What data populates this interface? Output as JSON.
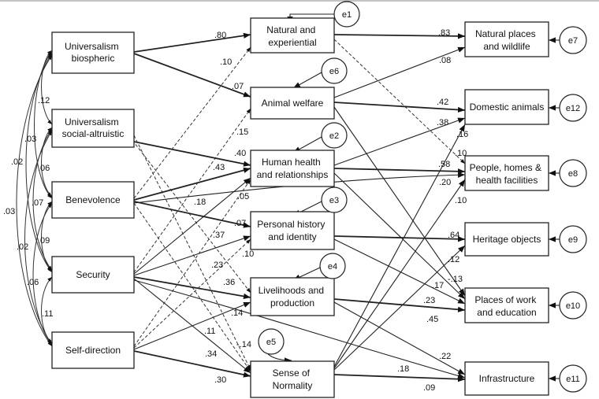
{
  "left_nodes": [
    {
      "id": "ub",
      "lines": [
        "Universalism",
        "biospheric"
      ]
    },
    {
      "id": "usa",
      "lines": [
        "Universalism",
        "social-altruistic"
      ]
    },
    {
      "id": "ben",
      "lines": [
        "Benevolence"
      ]
    },
    {
      "id": "sec",
      "lines": [
        "Security"
      ]
    },
    {
      "id": "sd",
      "lines": [
        "Self-direction"
      ]
    }
  ],
  "middle_nodes": [
    {
      "id": "nat",
      "lines": [
        "Natural and",
        "experiential"
      ]
    },
    {
      "id": "ani",
      "lines": [
        "Animal welfare"
      ]
    },
    {
      "id": "hum",
      "lines": [
        "Human health",
        "and relationships"
      ]
    },
    {
      "id": "per",
      "lines": [
        "Personal history",
        "and identity"
      ]
    },
    {
      "id": "liv",
      "lines": [
        "Livelihoods and",
        "production"
      ]
    },
    {
      "id": "son",
      "lines": [
        "Sense of",
        "Normality"
      ]
    }
  ],
  "right_nodes": [
    {
      "id": "npw",
      "lines": [
        "Natural places",
        "and wildlife"
      ]
    },
    {
      "id": "dom",
      "lines": [
        "Domestic animals"
      ]
    },
    {
      "id": "phh",
      "lines": [
        "People, homes &",
        "health facilities"
      ]
    },
    {
      "id": "her",
      "lines": [
        "Heritage objects"
      ]
    },
    {
      "id": "pwe",
      "lines": [
        "Places of work",
        "and education"
      ]
    },
    {
      "id": "inf",
      "lines": [
        "Infrastructure"
      ]
    }
  ],
  "errors": [
    {
      "id": "e1",
      "label": "e1"
    },
    {
      "id": "e6",
      "label": "e6"
    },
    {
      "id": "e2",
      "label": "e2"
    },
    {
      "id": "e3",
      "label": "e3"
    },
    {
      "id": "e4",
      "label": "e4"
    },
    {
      "id": "e5",
      "label": "e5"
    },
    {
      "id": "e7",
      "label": "e7"
    },
    {
      "id": "e12",
      "label": "e12"
    },
    {
      "id": "e8",
      "label": "e8"
    },
    {
      "id": "e9",
      "label": "e9"
    },
    {
      "id": "e10",
      "label": "e10"
    },
    {
      "id": "e11",
      "label": "e11"
    }
  ],
  "correlations": [
    ".12",
    ".03",
    ".06",
    ".02",
    ".07",
    ".09",
    ".03",
    ".02",
    ".06",
    ".11"
  ],
  "path_coefficients": [
    ".80",
    ".10",
    ".07",
    ".15",
    ".40",
    ".43",
    ".18",
    ".05",
    ".07",
    ".37",
    ".23",
    ".10",
    ".36",
    ".14",
    ".11",
    "-.14",
    ".34",
    ".30",
    ".83",
    ".08",
    ".42",
    ".38",
    ".16",
    ".10",
    ".58",
    ".20",
    ".10",
    ".64",
    ".12",
    "-.13",
    ".17",
    ".23",
    ".45",
    ".22",
    ".18",
    ".09"
  ]
}
